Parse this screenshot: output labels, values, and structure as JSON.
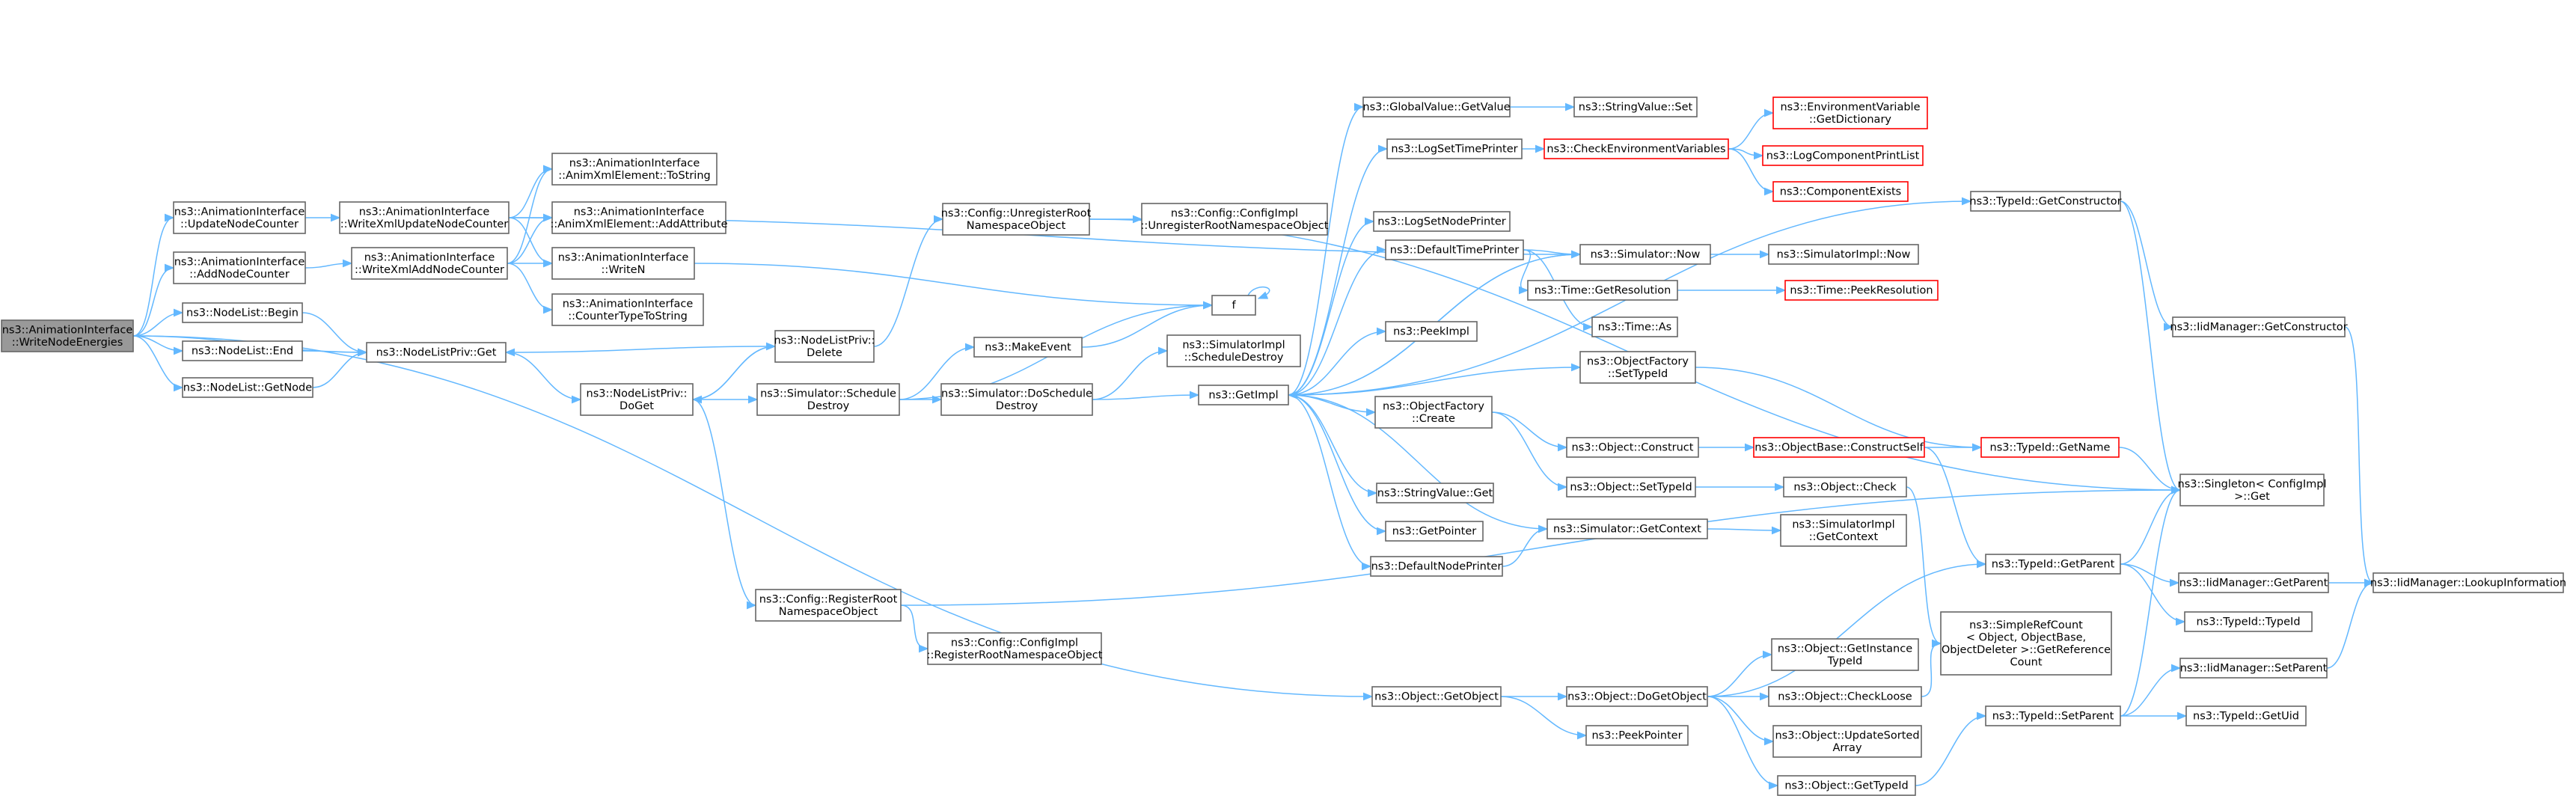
{
  "colors": {
    "edge": "#63b8ff",
    "node_border": "#666666",
    "root_fill": "#999999",
    "red_border": "#ff0000"
  },
  "nodes": [
    {
      "id": "root",
      "lines": [
        "ns3::AnimationInterface",
        "::WriteNodeEnergies"
      ],
      "style": "root"
    },
    {
      "id": "updNodeCounter",
      "lines": [
        "ns3::AnimationInterface",
        "::UpdateNodeCounter"
      ],
      "style": "normal"
    },
    {
      "id": "addNodeCounter",
      "lines": [
        "ns3::AnimationInterface",
        "::AddNodeCounter"
      ],
      "style": "normal"
    },
    {
      "id": "nodeListBegin",
      "lines": [
        "ns3::NodeList::Begin"
      ],
      "style": "normal"
    },
    {
      "id": "nodeListEnd",
      "lines": [
        "ns3::NodeList::End"
      ],
      "style": "normal"
    },
    {
      "id": "nodeListGetNode",
      "lines": [
        "ns3::NodeList::GetNode"
      ],
      "style": "normal"
    },
    {
      "id": "writeXmlUpd",
      "lines": [
        "ns3::AnimationInterface",
        "::WriteXmlUpdateNodeCounter"
      ],
      "style": "normal"
    },
    {
      "id": "writeXmlAdd",
      "lines": [
        "ns3::AnimationInterface",
        "::WriteXmlAddNodeCounter"
      ],
      "style": "normal"
    },
    {
      "id": "toString",
      "lines": [
        "ns3::AnimationInterface",
        "::AnimXmlElement::ToString"
      ],
      "style": "normal"
    },
    {
      "id": "addAttr",
      "lines": [
        "ns3::AnimationInterface",
        "::AnimXmlElement::AddAttribute"
      ],
      "style": "normal"
    },
    {
      "id": "writeN",
      "lines": [
        "ns3::AnimationInterface",
        "::WriteN"
      ],
      "style": "normal"
    },
    {
      "id": "counterType",
      "lines": [
        "ns3::AnimationInterface",
        "::CounterTypeToString"
      ],
      "style": "normal"
    },
    {
      "id": "nlpGet",
      "lines": [
        "ns3::NodeListPriv::Get"
      ],
      "style": "normal"
    },
    {
      "id": "nlpDoGet",
      "lines": [
        "ns3::NodeListPriv::",
        "DoGet"
      ],
      "style": "normal"
    },
    {
      "id": "nlpDelete",
      "lines": [
        "ns3::NodeListPriv::",
        "Delete"
      ],
      "style": "normal"
    },
    {
      "id": "simSchedDestroy",
      "lines": [
        "ns3::Simulator::Schedule",
        "Destroy"
      ],
      "style": "normal"
    },
    {
      "id": "cfgRegister",
      "lines": [
        "ns3::Config::RegisterRoot",
        "NamespaceObject"
      ],
      "style": "normal"
    },
    {
      "id": "cfgImplRegister",
      "lines": [
        "ns3::Config::ConfigImpl",
        "::RegisterRootNamespaceObject"
      ],
      "style": "normal"
    },
    {
      "id": "cfgUnregister",
      "lines": [
        "ns3::Config::UnregisterRoot",
        "NamespaceObject"
      ],
      "style": "normal"
    },
    {
      "id": "cfgImplUnregister",
      "lines": [
        "ns3::Config::ConfigImpl",
        "::UnregisterRootNamespaceObject"
      ],
      "style": "normal"
    },
    {
      "id": "makeEvent",
      "lines": [
        "ns3::MakeEvent"
      ],
      "style": "normal"
    },
    {
      "id": "simDoSchedDestroy",
      "lines": [
        "ns3::Simulator::DoSchedule",
        "Destroy"
      ],
      "style": "normal"
    },
    {
      "id": "simImplSchedDestroy",
      "lines": [
        "ns3::SimulatorImpl",
        "::ScheduleDestroy"
      ],
      "style": "normal"
    },
    {
      "id": "f",
      "lines": [
        "f"
      ],
      "style": "normal"
    },
    {
      "id": "getImpl",
      "lines": [
        "ns3::GetImpl"
      ],
      "style": "normal"
    },
    {
      "id": "gvGetValue",
      "lines": [
        "ns3::GlobalValue::GetValue"
      ],
      "style": "normal"
    },
    {
      "id": "svSet",
      "lines": [
        "ns3::StringValue::Set"
      ],
      "style": "normal"
    },
    {
      "id": "logSetTimePrinter",
      "lines": [
        "ns3::LogSetTimePrinter"
      ],
      "style": "normal"
    },
    {
      "id": "checkEnvVars",
      "lines": [
        "ns3::CheckEnvironmentVariables"
      ],
      "style": "red"
    },
    {
      "id": "envGetDict",
      "lines": [
        "ns3::EnvironmentVariable",
        "::GetDictionary"
      ],
      "style": "red"
    },
    {
      "id": "logCompPrint",
      "lines": [
        "ns3::LogComponentPrintList"
      ],
      "style": "red"
    },
    {
      "id": "compExists",
      "lines": [
        "ns3::ComponentExists"
      ],
      "style": "red"
    },
    {
      "id": "logSetNodePrinter",
      "lines": [
        "ns3::LogSetNodePrinter"
      ],
      "style": "normal"
    },
    {
      "id": "simNow",
      "lines": [
        "ns3::Simulator::Now"
      ],
      "style": "normal"
    },
    {
      "id": "simImplNow",
      "lines": [
        "ns3::SimulatorImpl::Now"
      ],
      "style": "normal"
    },
    {
      "id": "defTimePrinter",
      "lines": [
        "ns3::DefaultTimePrinter"
      ],
      "style": "normal"
    },
    {
      "id": "timeGetRes",
      "lines": [
        "ns3::Time::GetResolution"
      ],
      "style": "normal"
    },
    {
      "id": "timePeekRes",
      "lines": [
        "ns3::Time::PeekResolution"
      ],
      "style": "red"
    },
    {
      "id": "timeAs",
      "lines": [
        "ns3::Time::As"
      ],
      "style": "normal"
    },
    {
      "id": "peekImpl",
      "lines": [
        "ns3::PeekImpl"
      ],
      "style": "normal"
    },
    {
      "id": "ofSetTypeId",
      "lines": [
        "ns3::ObjectFactory",
        "::SetTypeId"
      ],
      "style": "normal"
    },
    {
      "id": "ofCreate",
      "lines": [
        "ns3::ObjectFactory",
        "::Create"
      ],
      "style": "normal"
    },
    {
      "id": "objConstruct",
      "lines": [
        "ns3::Object::Construct"
      ],
      "style": "normal"
    },
    {
      "id": "objBaseConstructSelf",
      "lines": [
        "ns3::ObjectBase::ConstructSelf"
      ],
      "style": "red"
    },
    {
      "id": "typeIdGetName",
      "lines": [
        "ns3::TypeId::GetName"
      ],
      "style": "red"
    },
    {
      "id": "objSetTypeId",
      "lines": [
        "ns3::Object::SetTypeId"
      ],
      "style": "normal"
    },
    {
      "id": "objCheck",
      "lines": [
        "ns3::Object::Check"
      ],
      "style": "normal"
    },
    {
      "id": "svGet",
      "lines": [
        "ns3::StringValue::Get"
      ],
      "style": "normal"
    },
    {
      "id": "getPointer",
      "lines": [
        "ns3::GetPointer"
      ],
      "style": "normal"
    },
    {
      "id": "simGetContext",
      "lines": [
        "ns3::Simulator::GetContext"
      ],
      "style": "normal"
    },
    {
      "id": "simImplGetContext",
      "lines": [
        "ns3::SimulatorImpl",
        "::GetContext"
      ],
      "style": "normal"
    },
    {
      "id": "defNodePrinter",
      "lines": [
        "ns3::DefaultNodePrinter"
      ],
      "style": "normal"
    },
    {
      "id": "typeIdGetConstructor",
      "lines": [
        "ns3::TypeId::GetConstructor"
      ],
      "style": "normal"
    },
    {
      "id": "iidGetConstructor",
      "lines": [
        "ns3::IidManager::GetConstructor"
      ],
      "style": "normal"
    },
    {
      "id": "singletonGet",
      "lines": [
        "ns3::Singleton< ConfigImpl",
        "  >::Get"
      ],
      "style": "normal"
    },
    {
      "id": "typeIdGetParent",
      "lines": [
        "ns3::TypeId::GetParent"
      ],
      "style": "normal"
    },
    {
      "id": "iidGetParent",
      "lines": [
        "ns3::IidManager::GetParent"
      ],
      "style": "normal"
    },
    {
      "id": "iidLookup",
      "lines": [
        "ns3::IidManager::LookupInformation"
      ],
      "style": "normal"
    },
    {
      "id": "typeIdTypeId",
      "lines": [
        "ns3::TypeId::TypeId"
      ],
      "style": "normal"
    },
    {
      "id": "simpleRefCount",
      "lines": [
        "ns3::SimpleRefCount",
        "< Object, ObjectBase,",
        "ObjectDeleter >::GetReference",
        "Count"
      ],
      "style": "normal"
    },
    {
      "id": "iidSetParent",
      "lines": [
        "ns3::IidManager::SetParent"
      ],
      "style": "normal"
    },
    {
      "id": "typeIdSetParent",
      "lines": [
        "ns3::TypeId::SetParent"
      ],
      "style": "normal"
    },
    {
      "id": "typeIdGetUid",
      "lines": [
        "ns3::TypeId::GetUid"
      ],
      "style": "normal"
    },
    {
      "id": "objGetObject",
      "lines": [
        "ns3::Object::GetObject"
      ],
      "style": "normal"
    },
    {
      "id": "objDoGetObject",
      "lines": [
        "ns3::Object::DoGetObject"
      ],
      "style": "normal"
    },
    {
      "id": "peekPointer",
      "lines": [
        "ns3::PeekPointer"
      ],
      "style": "normal"
    },
    {
      "id": "objGetInstanceTypeId",
      "lines": [
        "ns3::Object::GetInstance",
        "TypeId"
      ],
      "style": "normal"
    },
    {
      "id": "objCheckLoose",
      "lines": [
        "ns3::Object::CheckLoose"
      ],
      "style": "normal"
    },
    {
      "id": "objUpdateSorted",
      "lines": [
        "ns3::Object::UpdateSorted",
        "Array"
      ],
      "style": "normal"
    },
    {
      "id": "objGetTypeId",
      "lines": [
        "ns3::Object::GetTypeId"
      ],
      "style": "normal"
    }
  ],
  "edges": [
    [
      "root",
      "updNodeCounter"
    ],
    [
      "root",
      "addNodeCounter"
    ],
    [
      "root",
      "nodeListBegin"
    ],
    [
      "root",
      "nodeListEnd"
    ],
    [
      "root",
      "nodeListGetNode"
    ],
    [
      "root",
      "nlpGet"
    ],
    [
      "root",
      "objGetObject"
    ],
    [
      "updNodeCounter",
      "writeXmlUpd"
    ],
    [
      "addNodeCounter",
      "writeXmlAdd"
    ],
    [
      "writeXmlUpd",
      "toString"
    ],
    [
      "writeXmlUpd",
      "addAttr"
    ],
    [
      "writeXmlUpd",
      "writeN"
    ],
    [
      "writeXmlUpd",
      "simNow"
    ],
    [
      "writeXmlAdd",
      "toString"
    ],
    [
      "writeXmlAdd",
      "addAttr"
    ],
    [
      "writeXmlAdd",
      "writeN"
    ],
    [
      "writeXmlAdd",
      "counterType"
    ],
    [
      "writeN",
      "f"
    ],
    [
      "nodeListBegin",
      "nlpGet"
    ],
    [
      "nodeListEnd",
      "nlpGet"
    ],
    [
      "nodeListGetNode",
      "nlpGet"
    ],
    [
      "nlpGet",
      "nlpDoGet"
    ],
    [
      "nlpDoGet",
      "nlpDelete"
    ],
    [
      "nlpDoGet",
      "simSchedDestroy"
    ],
    [
      "nlpDoGet",
      "cfgRegister"
    ],
    [
      "nlpDelete",
      "nlpGet"
    ],
    [
      "nlpDelete",
      "nlpDoGet"
    ],
    [
      "nlpDelete",
      "cfgUnregister"
    ],
    [
      "simSchedDestroy",
      "makeEvent"
    ],
    [
      "simSchedDestroy",
      "simDoSchedDestroy"
    ],
    [
      "simSchedDestroy",
      "f"
    ],
    [
      "cfgRegister",
      "cfgImplRegister"
    ],
    [
      "cfgRegister",
      "singletonGet"
    ],
    [
      "cfgUnregister",
      "cfgImplUnregister"
    ],
    [
      "cfgUnregister",
      "singletonGet"
    ],
    [
      "makeEvent",
      "f"
    ],
    [
      "simDoSchedDestroy",
      "simImplSchedDestroy"
    ],
    [
      "simDoSchedDestroy",
      "getImpl"
    ],
    [
      "f",
      "f"
    ],
    [
      "getImpl",
      "gvGetValue"
    ],
    [
      "getImpl",
      "logSetTimePrinter"
    ],
    [
      "getImpl",
      "logSetNodePrinter"
    ],
    [
      "getImpl",
      "simNow"
    ],
    [
      "getImpl",
      "defTimePrinter"
    ],
    [
      "getImpl",
      "peekImpl"
    ],
    [
      "getImpl",
      "ofSetTypeId"
    ],
    [
      "getImpl",
      "ofCreate"
    ],
    [
      "getImpl",
      "svGet"
    ],
    [
      "getImpl",
      "getPointer"
    ],
    [
      "getImpl",
      "defNodePrinter"
    ],
    [
      "getImpl",
      "typeIdGetConstructor"
    ],
    [
      "gvGetValue",
      "svSet"
    ],
    [
      "logSetTimePrinter",
      "checkEnvVars"
    ],
    [
      "checkEnvVars",
      "envGetDict"
    ],
    [
      "checkEnvVars",
      "logCompPrint"
    ],
    [
      "checkEnvVars",
      "compExists"
    ],
    [
      "simNow",
      "simImplNow"
    ],
    [
      "simNow",
      "getImpl"
    ],
    [
      "defTimePrinter",
      "simNow"
    ],
    [
      "defTimePrinter",
      "timeGetRes"
    ],
    [
      "defTimePrinter",
      "timeAs"
    ],
    [
      "timeGetRes",
      "timePeekRes"
    ],
    [
      "ofSetTypeId",
      "typeIdGetName"
    ],
    [
      "ofCreate",
      "objConstruct"
    ],
    [
      "ofCreate",
      "objSetTypeId"
    ],
    [
      "objConstruct",
      "objBaseConstructSelf"
    ],
    [
      "objBaseConstructSelf",
      "typeIdGetName"
    ],
    [
      "objBaseConstructSelf",
      "typeIdGetParent"
    ],
    [
      "objSetTypeId",
      "objCheck"
    ],
    [
      "objCheck",
      "simpleRefCount"
    ],
    [
      "simGetContext",
      "simImplGetContext"
    ],
    [
      "simGetContext",
      "getImpl"
    ],
    [
      "defNodePrinter",
      "simGetContext"
    ],
    [
      "typeIdGetConstructor",
      "iidGetConstructor"
    ],
    [
      "typeIdGetConstructor",
      "singletonGet"
    ],
    [
      "iidGetConstructor",
      "iidLookup"
    ],
    [
      "typeIdGetName",
      "singletonGet"
    ],
    [
      "typeIdGetParent",
      "iidGetParent"
    ],
    [
      "typeIdGetParent",
      "typeIdTypeId"
    ],
    [
      "typeIdGetParent",
      "singletonGet"
    ],
    [
      "iidGetParent",
      "iidLookup"
    ],
    [
      "iidSetParent",
      "iidLookup"
    ],
    [
      "typeIdSetParent",
      "iidSetParent"
    ],
    [
      "typeIdSetParent",
      "typeIdGetUid"
    ],
    [
      "typeIdSetParent",
      "singletonGet"
    ],
    [
      "objGetObject",
      "objDoGetObject"
    ],
    [
      "objGetObject",
      "peekPointer"
    ],
    [
      "objDoGetObject",
      "objGetInstanceTypeId"
    ],
    [
      "objDoGetObject",
      "objCheckLoose"
    ],
    [
      "objDoGetObject",
      "objUpdateSorted"
    ],
    [
      "objDoGetObject",
      "objGetTypeId"
    ],
    [
      "objDoGetObject",
      "typeIdGetParent"
    ],
    [
      "objCheckLoose",
      "simpleRefCount"
    ],
    [
      "objGetTypeId",
      "typeIdSetParent"
    ]
  ]
}
